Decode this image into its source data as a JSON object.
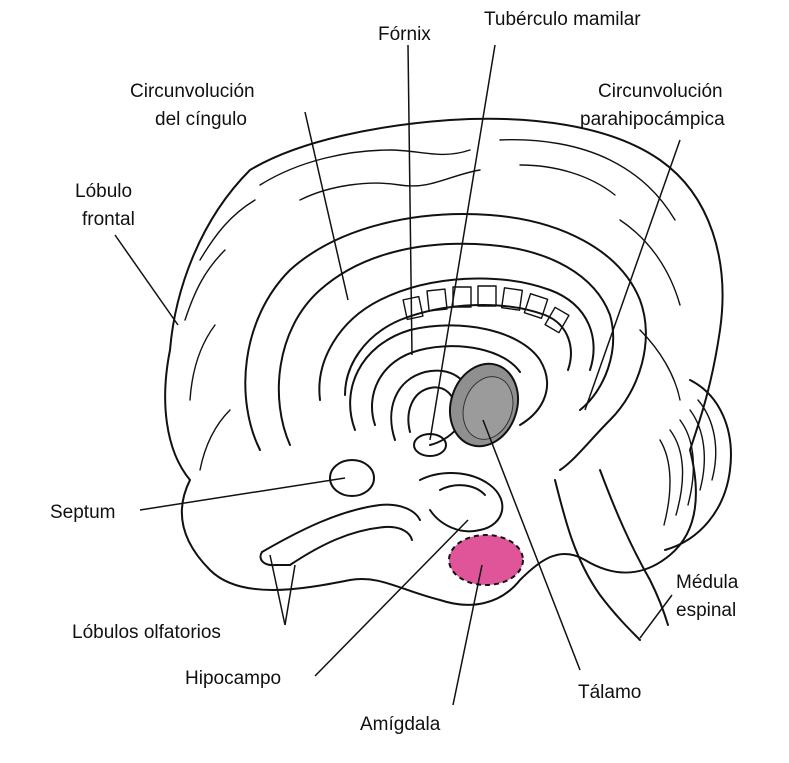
{
  "labels": {
    "fornix": "Fórnix",
    "tuberculo_line1": "Tubérculo mamilar",
    "cingulo_line1": "Circunvolución",
    "cingulo_line2": "del cíngulo",
    "parahipo_line1": "Circunvolución",
    "parahipo_line2": "parahipocámpica",
    "frontal_line1": "Lóbulo",
    "frontal_line2": "frontal",
    "septum": "Septum",
    "olfatorios": "Lóbulos olfatorios",
    "hipocampo": "Hipocampo",
    "amigdala": "Amígdala",
    "talamo": "Tálamo",
    "medula_line1": "Médula",
    "medula_line2": "espinal"
  },
  "colors": {
    "amygdala_fill": "#e0559a",
    "thalamus_fill": "#8f8f8f",
    "line": "#111111",
    "background": "#ffffff"
  }
}
